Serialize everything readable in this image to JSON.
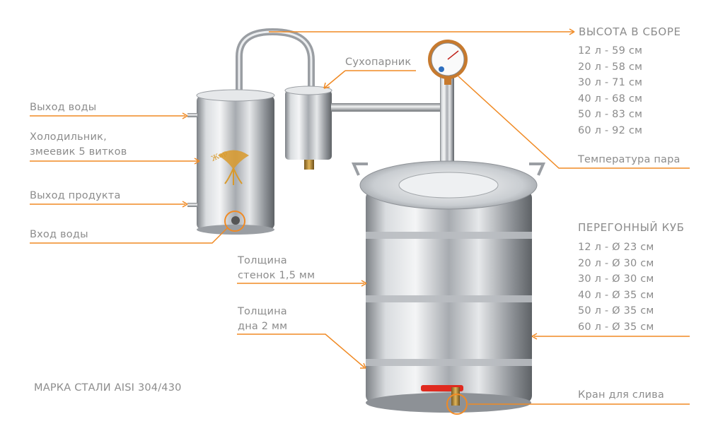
{
  "left_labels": {
    "water_out": "Выход воды",
    "cooler_line1": "Холодильник,",
    "cooler_line2": "змеевик 5 витков",
    "product_out": "Выход продукта",
    "water_in": "Вход воды",
    "wall_line1": "Толщина",
    "wall_line2": "стенок 1,5 мм",
    "bottom_line1": "Толщина",
    "bottom_line2": "дна 2 мм",
    "steel_grade": "МАРКА СТАЛИ AISI 304/430"
  },
  "top_labels": {
    "dry_steamer": "Сухопарник",
    "steam_temp": "Температура пара",
    "drain_tap": "Кран для слива"
  },
  "height_spec": {
    "heading": "ВЫСОТА В СБОРЕ",
    "items": [
      "12 л - 59 см",
      "20 л - 58 см",
      "30 л - 71 см",
      "40 л - 68 см",
      "50 л - 83 см",
      "60 л - 92 см"
    ]
  },
  "cube_spec": {
    "heading": "ПЕРЕГОННЫЙ КУБ",
    "items": [
      "12 л - Ø 23 см",
      "20 л - Ø 30 см",
      "30 л - Ø 30 см",
      "40 л - Ø 35 см",
      "50 л - Ø 35 см",
      "60 л - Ø 35 см"
    ]
  },
  "colors": {
    "accent": "#f08a24",
    "text": "#8c8c8c",
    "steel": "#c8ccd0",
    "tap": "#e02a1f"
  }
}
